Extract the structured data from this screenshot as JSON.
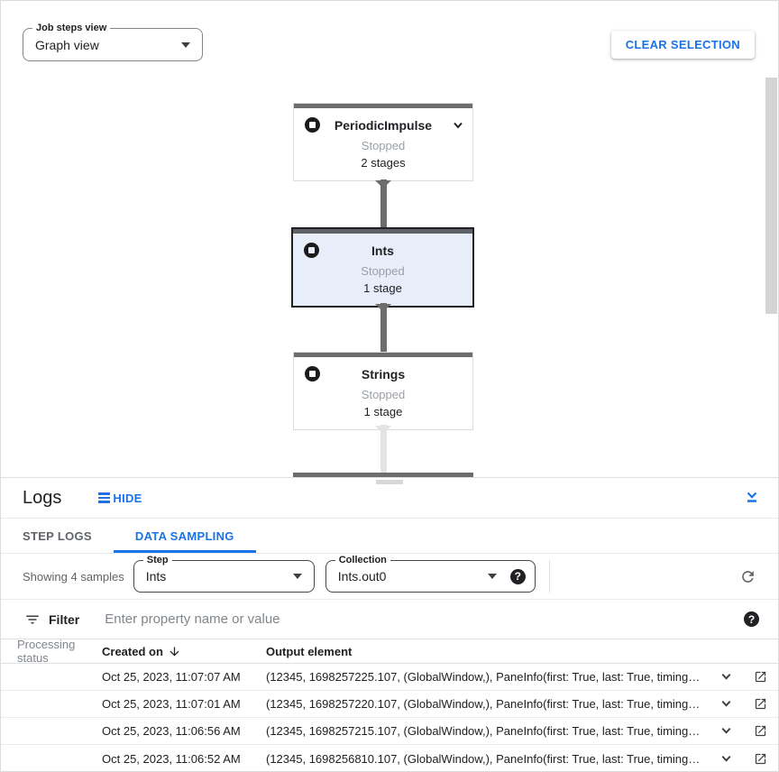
{
  "colors": {
    "accent": "#1a73e8"
  },
  "icons": {
    "help_glyph": "?"
  },
  "toolbar": {
    "job_steps_view_label": "Job steps view",
    "job_steps_view_value": "Graph view",
    "clear_selection_label": "CLEAR SELECTION"
  },
  "graph": {
    "nodes": [
      {
        "title": "PeriodicImpulse",
        "status": "Stopped",
        "stages": "2 stages"
      },
      {
        "title": "Ints",
        "status": "Stopped",
        "stages": "1 stage"
      },
      {
        "title": "Strings",
        "status": "Stopped",
        "stages": "1 stage"
      }
    ]
  },
  "logs": {
    "title": "Logs",
    "hide_label": "HIDE",
    "tabs": [
      {
        "label": "STEP LOGS"
      },
      {
        "label": "DATA SAMPLING"
      }
    ],
    "sampling": {
      "showing_text": "Showing 4 samples",
      "step_label": "Step",
      "step_value": "Ints",
      "collection_label": "Collection",
      "collection_value": "Ints.out0"
    },
    "filter": {
      "label": "Filter",
      "placeholder": "Enter property name or value"
    },
    "table": {
      "columns": [
        "Processing status",
        "Created on",
        "Output element"
      ],
      "rows": [
        {
          "created_on": "Oct 25, 2023, 11:07:07 AM",
          "output_element": "(12345, 1698257225.107, (GlobalWindow,), PaneInfo(first: True, last: True, timing…"
        },
        {
          "created_on": "Oct 25, 2023, 11:07:01 AM",
          "output_element": "(12345, 1698257220.107, (GlobalWindow,), PaneInfo(first: True, last: True, timing…"
        },
        {
          "created_on": "Oct 25, 2023, 11:06:56 AM",
          "output_element": "(12345, 1698257215.107, (GlobalWindow,), PaneInfo(first: True, last: True, timing…"
        },
        {
          "created_on": "Oct 25, 2023, 11:06:52 AM",
          "output_element": "(12345, 1698256810.107, (GlobalWindow,), PaneInfo(first: True, last: True, timing…"
        }
      ]
    }
  }
}
